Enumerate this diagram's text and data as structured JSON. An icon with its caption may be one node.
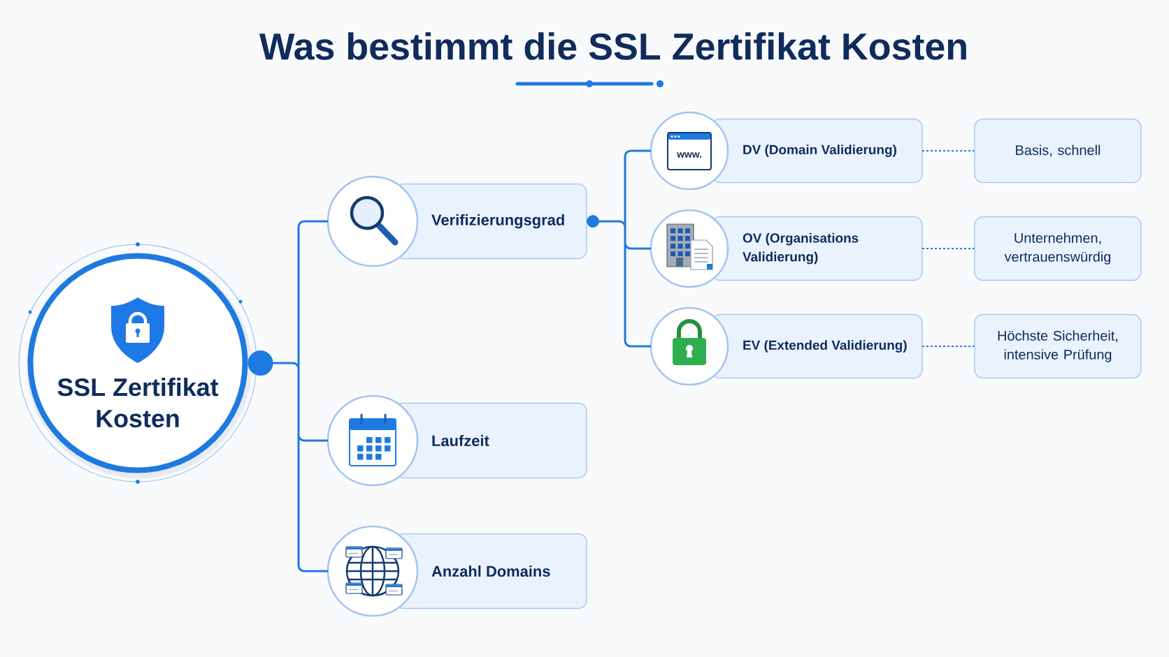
{
  "diagram": {
    "title": "Was bestimmt die SSL Zertifikat Kosten",
    "nodes": [
      {
        "text": [
          "SSL Zertifikat Kosten"
        ]
      },
      {
        "text": [
          "Verifizierungsgrad"
        ]
      },
      {
        "text": [
          "Laufzeit"
        ]
      },
      {
        "text": [
          "Anzahl Domains"
        ]
      },
      {
        "text": [
          "DV (Domain Validierung)"
        ]
      },
      {
        "text": [
          "OV (Organisations Validierung)"
        ]
      },
      {
        "text": [
          "EV (Extended Validierung)"
        ]
      },
      {
        "text": [
          "Basis, schnell"
        ]
      },
      {
        "text": [
          "Unternehmen, vertrauenswürdig"
        ]
      },
      {
        "text": [
          "Höchste Sicherheit, intensive Prüfung"
        ]
      }
    ],
    "edges": [
      {
        "from": 0,
        "to": 1,
        "arrow": "other"
      },
      {
        "from": 0,
        "to": 2,
        "arrow": "other"
      },
      {
        "from": 0,
        "to": 3,
        "arrow": "other"
      },
      {
        "from": 1,
        "to": 4,
        "arrow": "other"
      },
      {
        "from": 1,
        "to": 5,
        "arrow": "other"
      },
      {
        "from": 1,
        "to": 6,
        "arrow": "other"
      },
      {
        "from": 4,
        "to": 7,
        "arrow": "none",
        "style": "dashed"
      },
      {
        "from": 5,
        "to": 8,
        "arrow": "none",
        "style": "dashed"
      },
      {
        "from": 6,
        "to": 9,
        "arrow": "none",
        "style": "dashed"
      }
    ],
    "labels": [
      "www."
    ]
  }
}
